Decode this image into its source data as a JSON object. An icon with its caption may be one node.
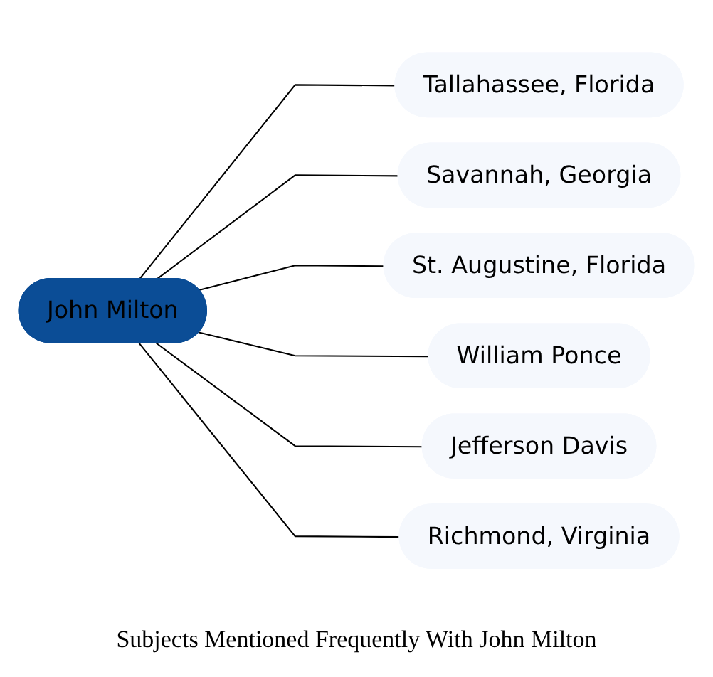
{
  "diagram": {
    "caption": "Subjects Mentioned Frequently With John Milton",
    "nodes": [
      {
        "text": [
          "John Milton"
        ]
      },
      {
        "text": [
          "Tallahassee, Florida"
        ]
      },
      {
        "text": [
          "Savannah, Georgia"
        ]
      },
      {
        "text": [
          "St. Augustine, Florida"
        ]
      },
      {
        "text": [
          "William Ponce"
        ]
      },
      {
        "text": [
          "Jefferson Davis"
        ]
      },
      {
        "text": [
          "Richmond, Virginia"
        ]
      }
    ],
    "edges": [
      {
        "from": 0,
        "to": 1,
        "arrow": "none"
      },
      {
        "from": 0,
        "to": 2,
        "arrow": "none"
      },
      {
        "from": 0,
        "to": 3,
        "arrow": "none"
      },
      {
        "from": 0,
        "to": 4,
        "arrow": "none"
      },
      {
        "from": 0,
        "to": 5,
        "arrow": "none"
      },
      {
        "from": 0,
        "to": 6,
        "arrow": "none"
      }
    ]
  }
}
